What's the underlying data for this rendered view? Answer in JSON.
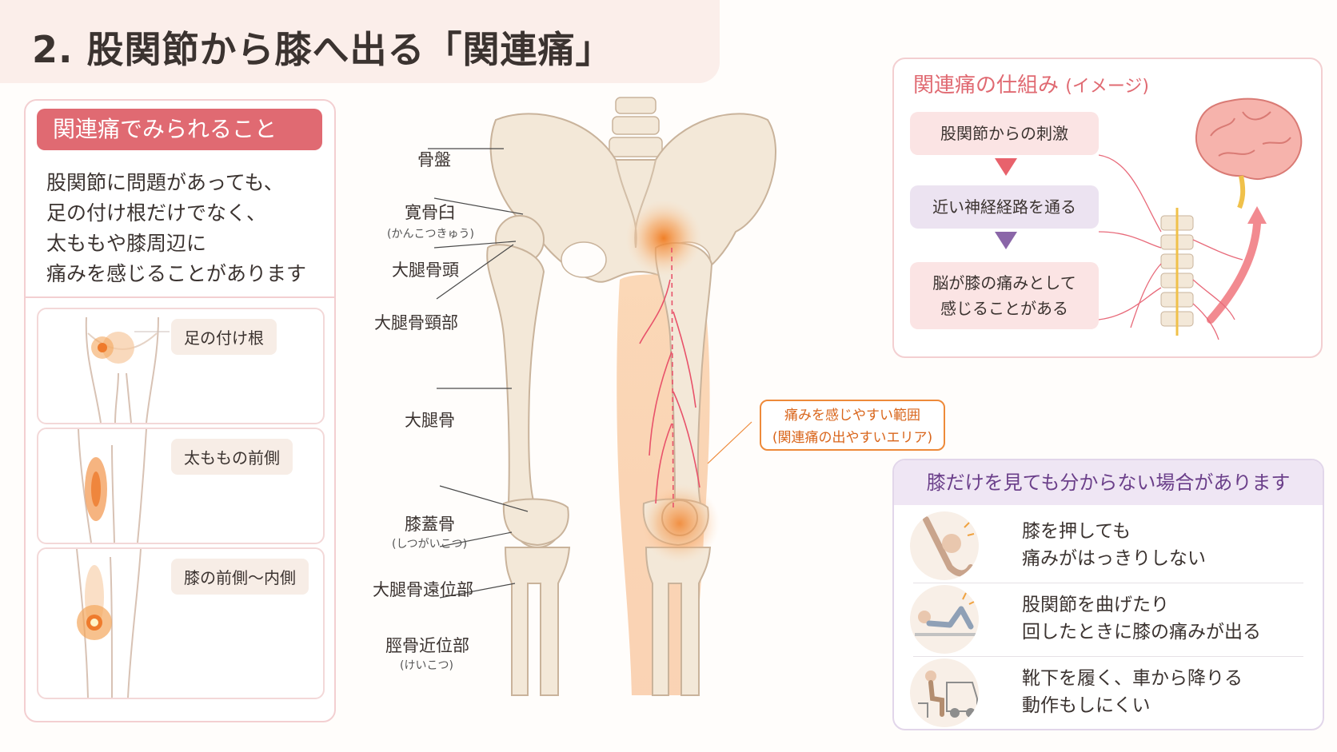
{
  "title": "2. 股関節から膝へ出る「関連痛」",
  "left_panel": {
    "header": "関連痛でみられること",
    "description": [
      "股関節に問題があっても、",
      "足の付け根だけでなく、",
      "太ももや膝周辺に",
      "痛みを感じることがあります"
    ],
    "cards": [
      {
        "label": "足の付け根"
      },
      {
        "label": "太ももの前側"
      },
      {
        "label": "膝の前側〜内側"
      }
    ]
  },
  "anatomy_labels": {
    "pelvis": "骨盤",
    "acetabulum": "寛骨臼",
    "acetabulum_reading": "(かんこつきゅう)",
    "femoral_head": "大腿骨頭",
    "femoral_neck": "大腿骨頸部",
    "femur": "大腿骨",
    "patella": "膝蓋骨",
    "patella_reading": "(しつがいこつ)",
    "distal_femur": "大腿骨遠位部",
    "proximal_tibia": "脛骨近位部",
    "tibia_reading": "(けいこつ)"
  },
  "pain_area": {
    "line1": "痛みを感じやすい範囲",
    "line2": "(関連痛の出やすいエリア)"
  },
  "mechanism": {
    "title": "関連痛の仕組み",
    "title_suffix": "(イメージ)",
    "steps": [
      {
        "line1": "股関節からの刺激",
        "line2": ""
      },
      {
        "line1": "近い神経経路を通る",
        "line2": ""
      },
      {
        "line1": "脳が膝の痛みとして",
        "line2": "感じることがある"
      }
    ]
  },
  "knee_panel": {
    "header": "膝だけを見ても分からない場合があります",
    "rows": [
      {
        "line1": "膝を押しても",
        "line2": "痛みがはっきりしない"
      },
      {
        "line1": "股関節を曲げたり",
        "line2": "回したときに膝の痛みが出る"
      },
      {
        "line1": "靴下を履く、車から降りる",
        "line2": "動作もしにくい"
      }
    ]
  },
  "colors": {
    "accent_pink": "#e06a72",
    "pain_orange": "#ee8a3a",
    "purple": "#6b3f8a",
    "bone": "#f3e8d8"
  }
}
